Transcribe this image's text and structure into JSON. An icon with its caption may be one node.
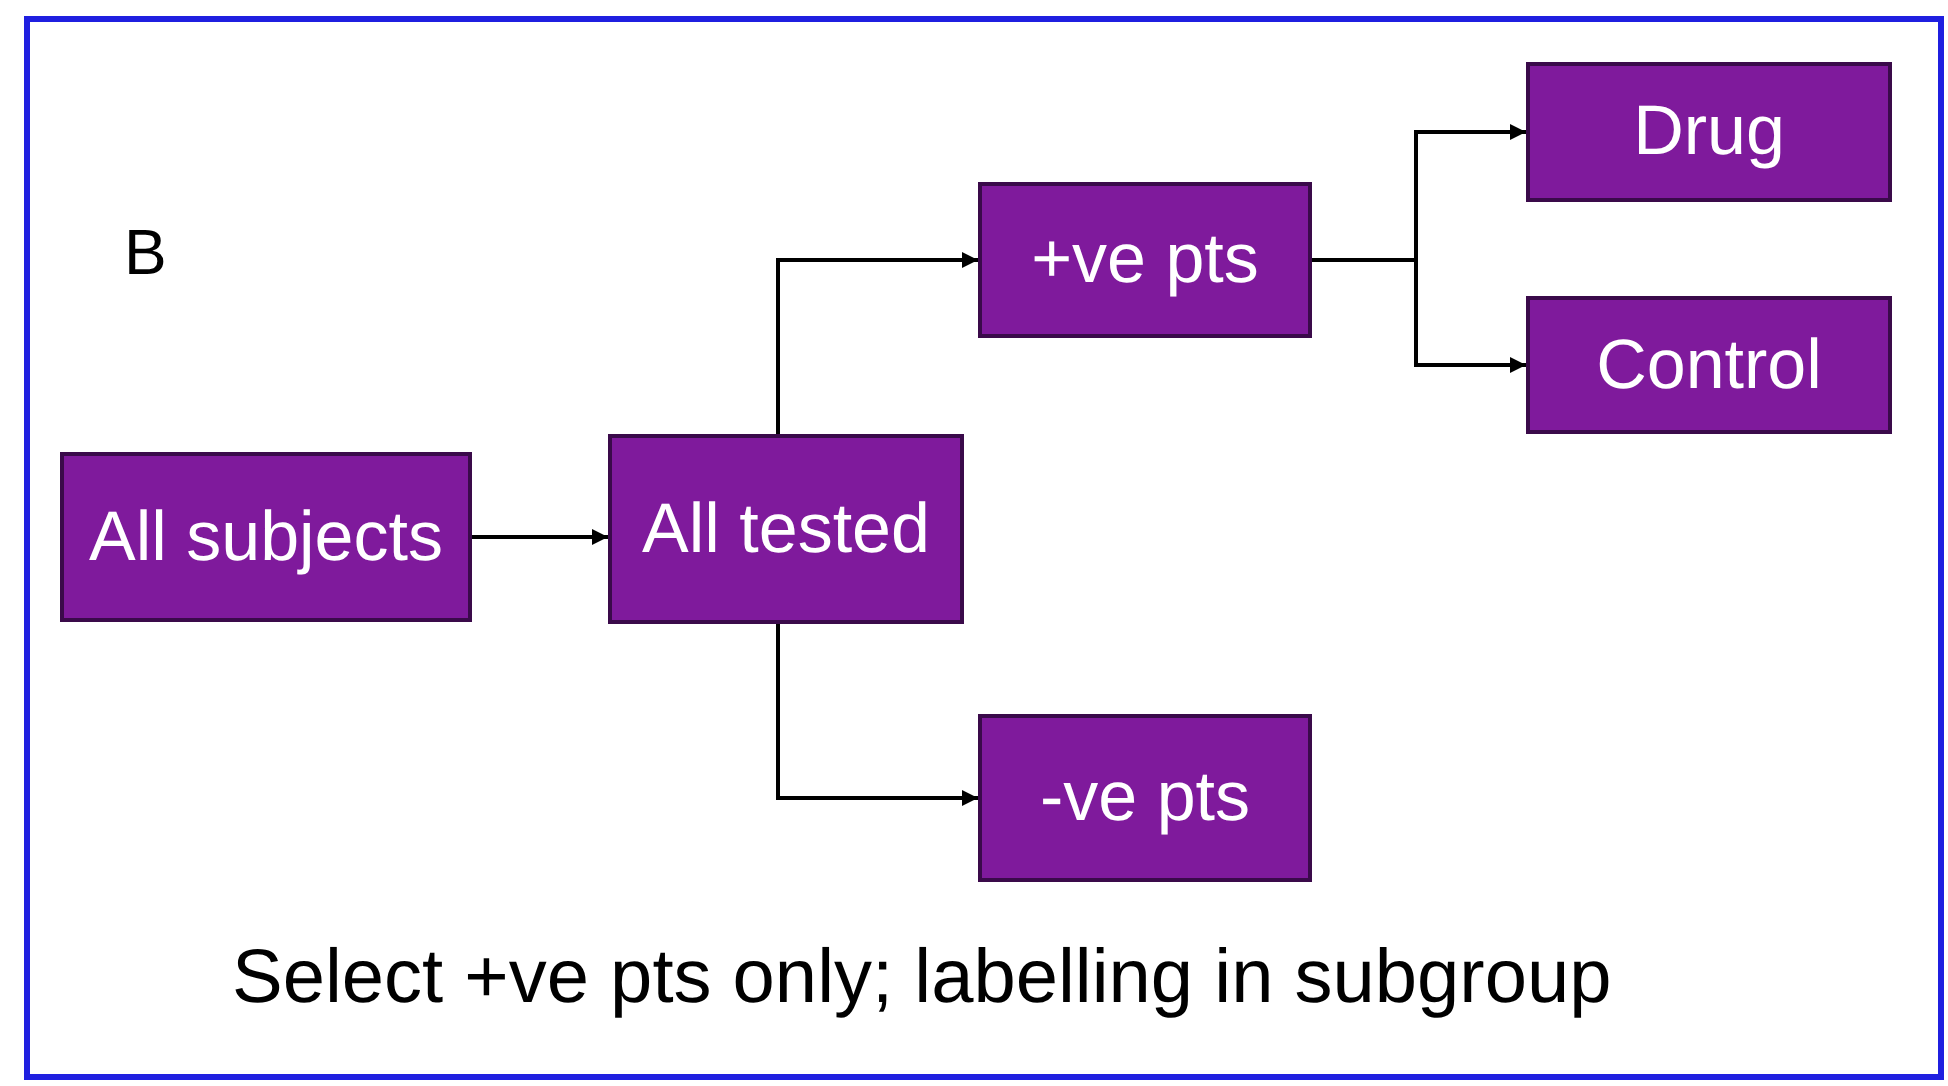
{
  "diagram": {
    "nodes": [
      {
        "text": [
          "All subjects"
        ]
      },
      {
        "text": [
          "All tested"
        ]
      },
      {
        "text": [
          "+ve pts"
        ]
      },
      {
        "text": [
          "-ve pts"
        ]
      },
      {
        "text": [
          "Drug"
        ]
      },
      {
        "text": [
          "Control"
        ]
      }
    ],
    "edges": [
      {
        "from": 0,
        "to": 1,
        "arrow": "to"
      },
      {
        "from": 1,
        "to": 2,
        "arrow": "to"
      },
      {
        "from": 1,
        "to": 3,
        "arrow": "to"
      },
      {
        "from": 2,
        "to": 4,
        "arrow": "to"
      },
      {
        "from": 2,
        "to": 5,
        "arrow": "to"
      }
    ],
    "labels": [
      "B",
      "Select +ve pts only; labelling in subgroup"
    ]
  }
}
